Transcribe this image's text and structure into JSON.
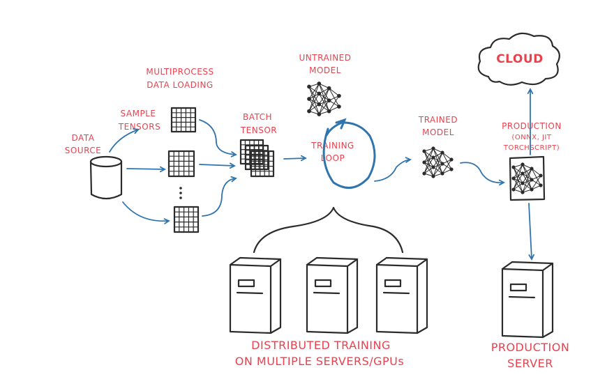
{
  "labels": {
    "multiprocess": [
      "MULTIPROCESS",
      "DATA LOADING"
    ],
    "sample_tensors": [
      "SAMPLE",
      "TENSORS"
    ],
    "data_source": [
      "DATA",
      "SOURCE"
    ],
    "untrained_model": [
      "UNTRAINED",
      "MODEL"
    ],
    "batch_tensor": [
      "BATCH",
      "TENSOR"
    ],
    "training_loop": [
      "TRAINING",
      "LOOP"
    ],
    "trained_model": [
      "TRAINED",
      "MODEL"
    ],
    "cloud": "CLOUD",
    "production": [
      "PRODUCTION",
      "(ONNX, JIT",
      "TORCHSCRIPT)"
    ],
    "distributed": [
      "DISTRIBUTED TRAINING",
      "ON MULTIPLE SERVERS/GPUs"
    ],
    "production_server": [
      "PRODUCTION",
      "SERVER"
    ]
  },
  "colors": {
    "label": "#e8424f",
    "arrow": "#2f74ad",
    "ink": "#2b2b2b"
  }
}
